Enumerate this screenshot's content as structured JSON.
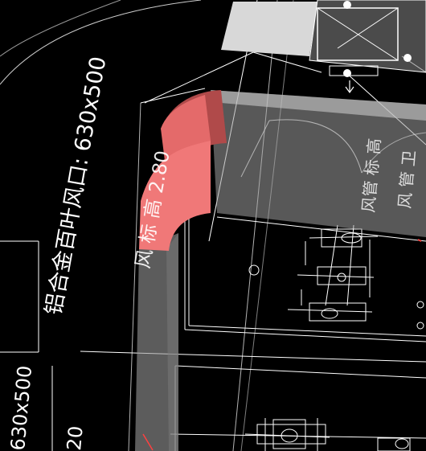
{
  "viewport": {
    "background": "#000000",
    "line_color": "#ffffff",
    "duct_color": "#9a9a9a",
    "elbow_color": "#f07878"
  },
  "annotations": {
    "louver_label": "铝合金百叶风口: 630x500",
    "duct_label_partial": "风 标 高 2.80",
    "left_dim_label": "630x500",
    "left_bottom_partial": "20",
    "right_label_top": "风管 标 高",
    "right_label_bottom": "风 管 卫"
  }
}
